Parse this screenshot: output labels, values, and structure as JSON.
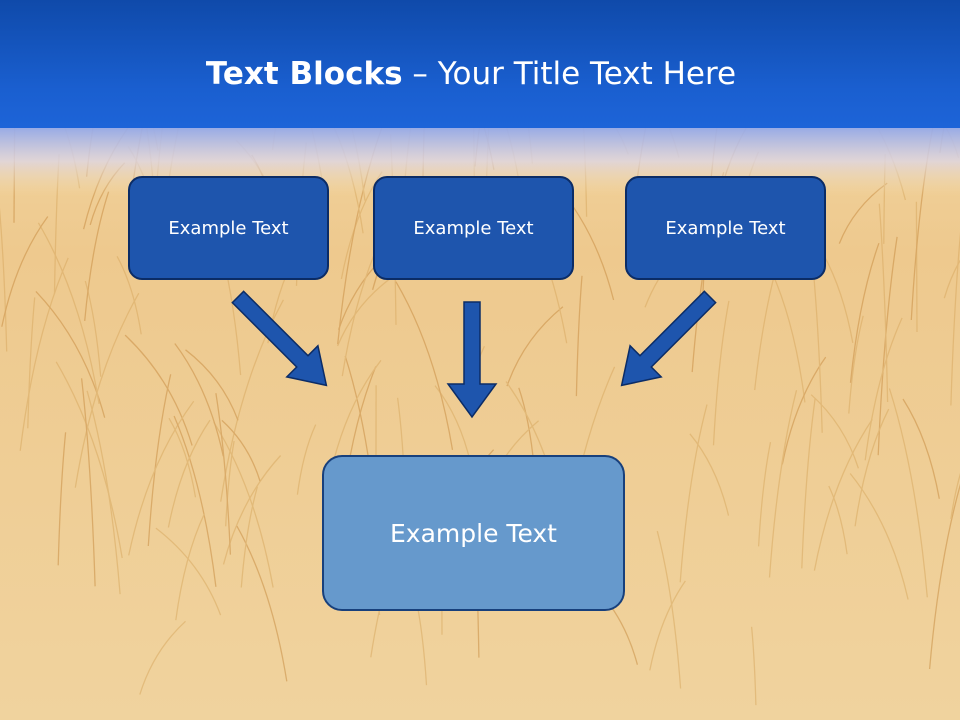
{
  "title": {
    "bold": "Text Blocks",
    "dash": " – ",
    "rest": "Your Title Text Here"
  },
  "blocks": [
    {
      "label": "Example Text"
    },
    {
      "label": "Example Text"
    },
    {
      "label": "Example Text"
    }
  ],
  "target": {
    "label": "Example Text"
  },
  "colors": {
    "header_blue": "#1558c4",
    "box_fill": "#1e55ad",
    "box_border": "#0b2c66",
    "target_fill": "#6699cc",
    "arrow_fill": "#1e55ad",
    "background_wheat": "#efcb8f"
  }
}
